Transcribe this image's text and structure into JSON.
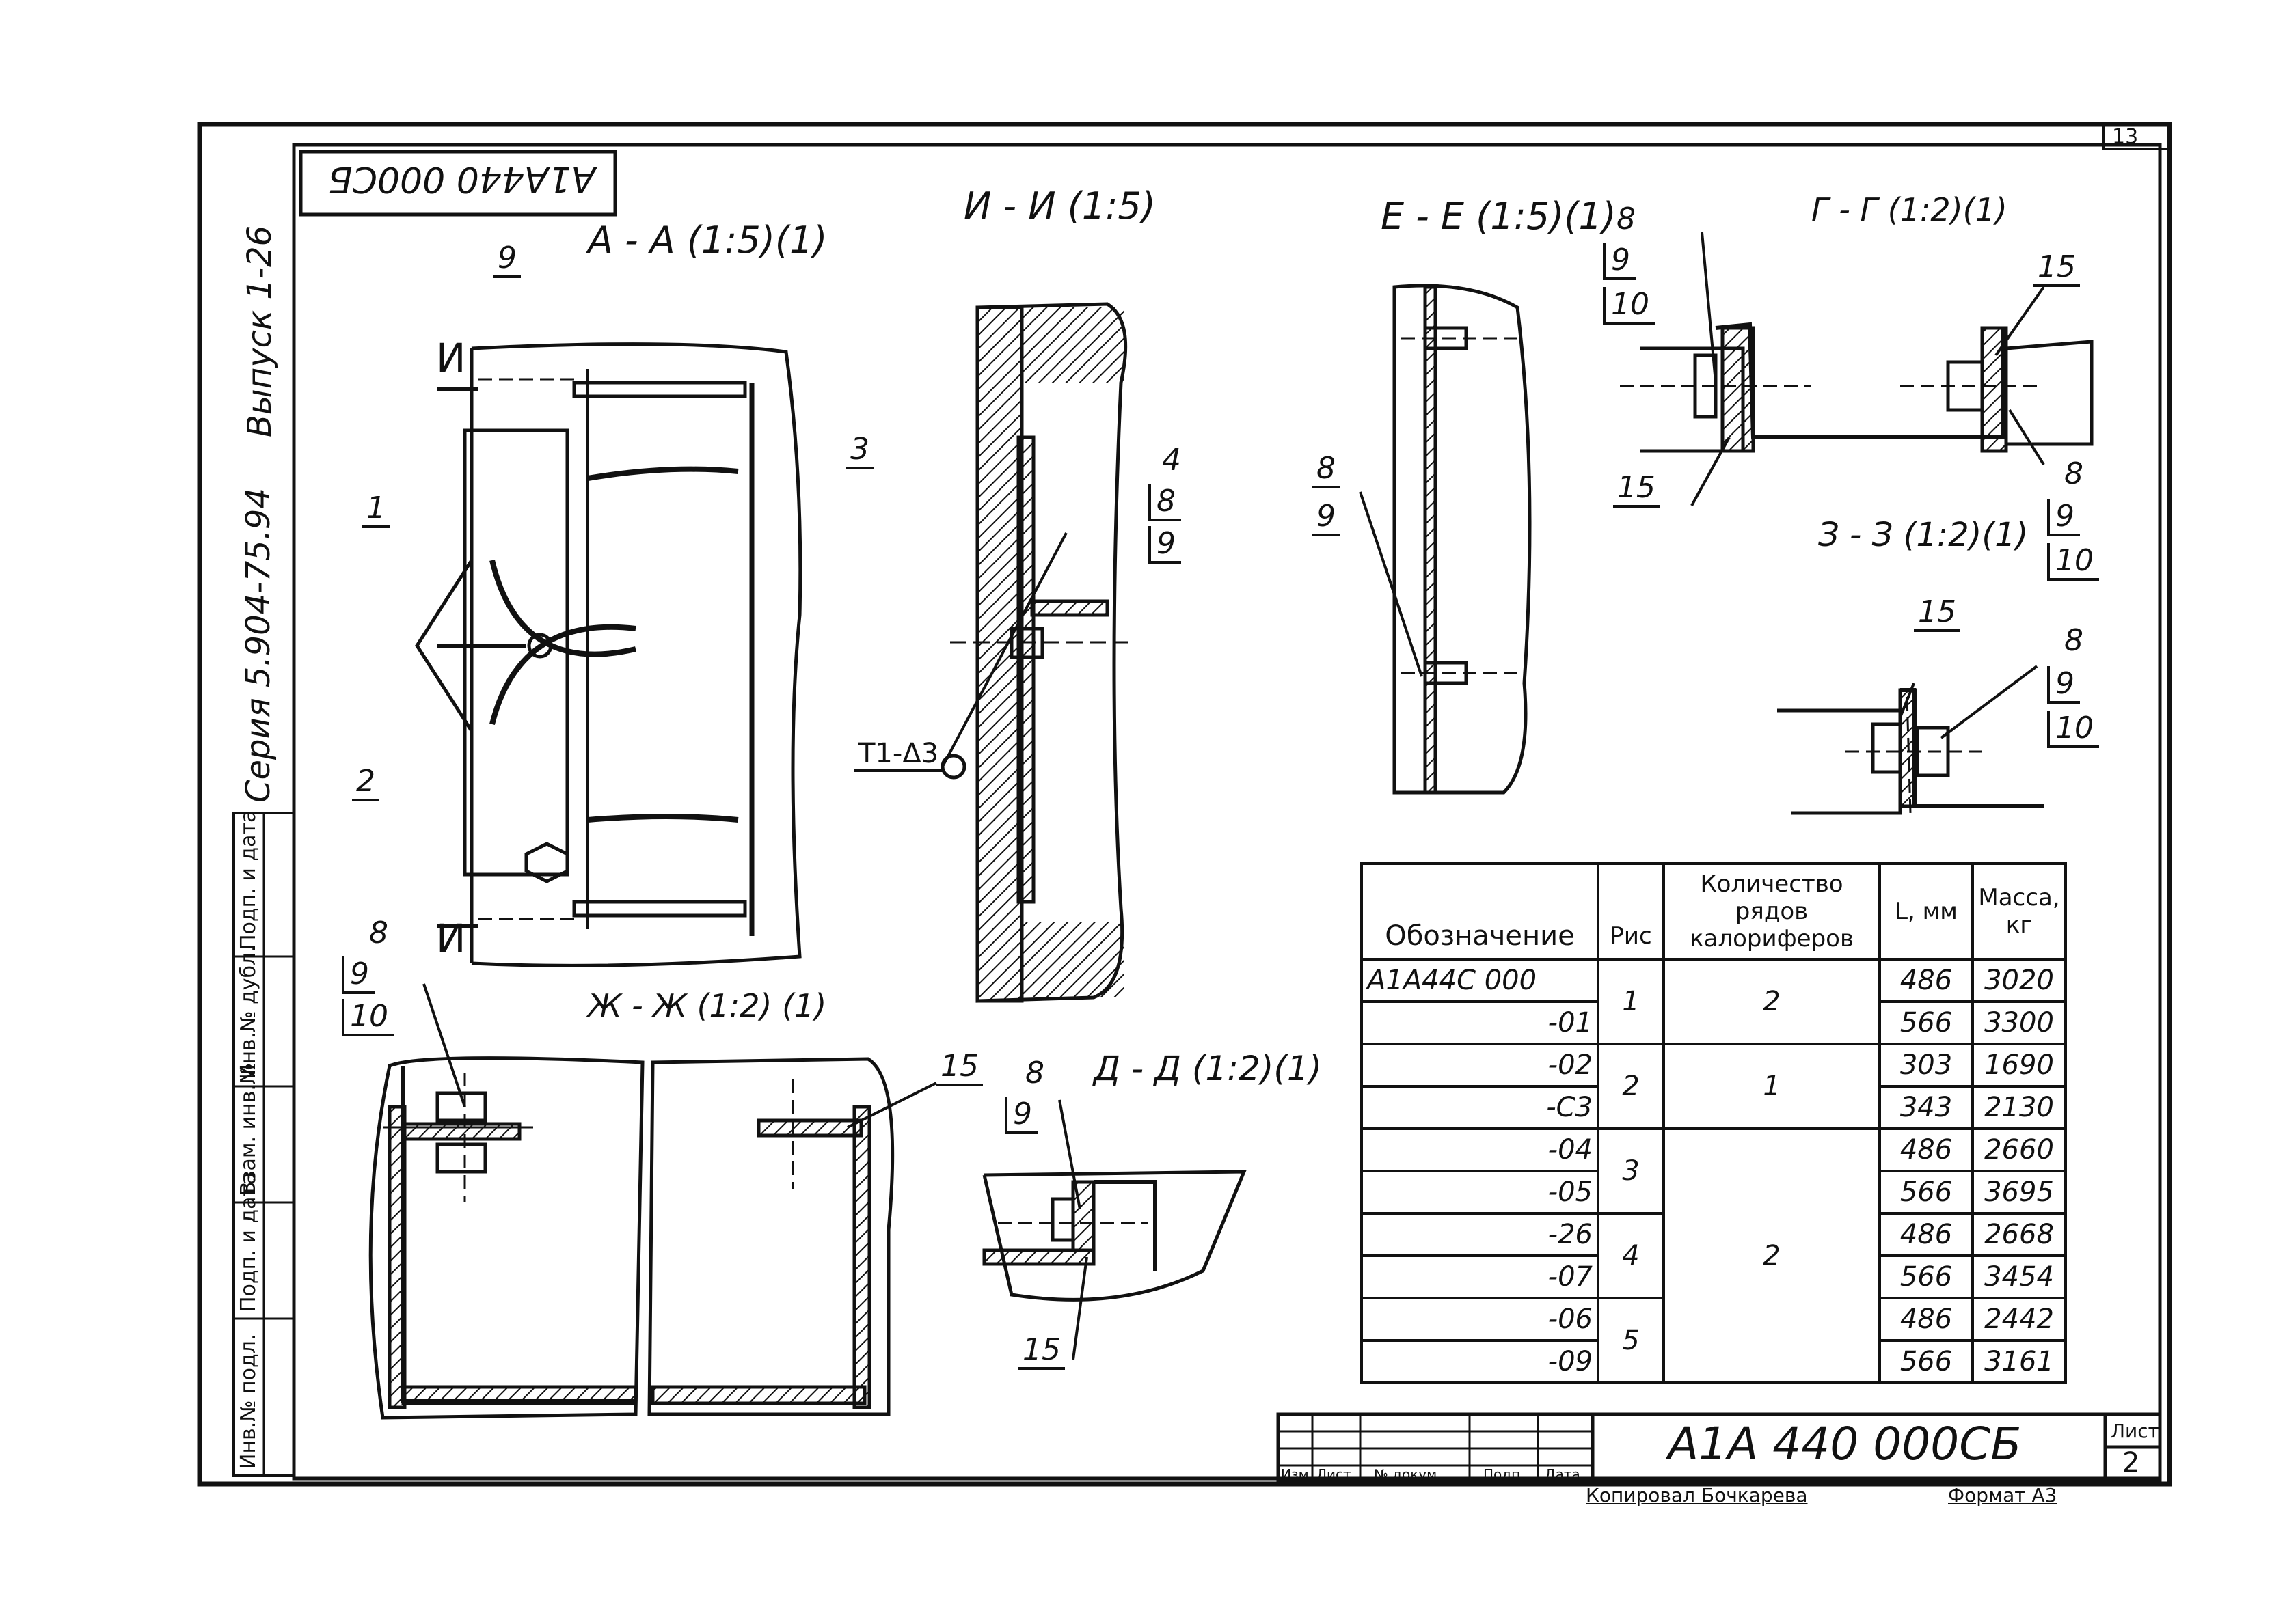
{
  "sheet_number": "13",
  "top_stamp": "A1A440 000CБ",
  "side_series": "Серия 5.904-75.94",
  "side_issue": "Выпуск 1-26",
  "side_boxes": [
    "Инв.№ подл.",
    "Подп. и дата",
    "Взам. инв.№",
    "Инв.№ дубл.",
    "Подп. и дата"
  ],
  "sections": {
    "aa": "А - А (1:5)(1)",
    "ii": "И - И (1:5)",
    "ee": "Е - Е (1:5)(1)",
    "gg": "Г - Г (1:2)(1)",
    "zz": "З - З (1:2)(1)",
    "zhzh": "Ж - Ж (1:2) (1)",
    "dd": "Д - Д (1:2)(1)"
  },
  "cut_marks": {
    "i_top": "И",
    "i_bottom": "И"
  },
  "callouts": {
    "aa_9": "9",
    "aa_3": "3",
    "aa_1": "1",
    "aa_2": "2",
    "ii_4": "4",
    "ii_8": "8",
    "ii_9": "9",
    "ii_weld": "T1-Δ3",
    "ee_8": "8",
    "ee_9": "9",
    "gg_8": "8",
    "gg_9": "9",
    "gg_10": "10",
    "gg_15a": "15",
    "gg_15b": "15",
    "gg_8b": "8",
    "gg_9b": "9",
    "gg_10b": "10",
    "zz_15": "15",
    "zz_8": "8",
    "zz_9": "9",
    "zz_10": "10",
    "zh_8": "8",
    "zh_9": "9",
    "zh_10": "10",
    "zh_15": "15",
    "dd_8": "8",
    "dd_9": "9",
    "dd_15": "15"
  },
  "table": {
    "headers": [
      "Обозначение",
      "Рис",
      "Количество рядов калориферов",
      "L, мм",
      "Масса, кг"
    ],
    "rows": [
      {
        "designation": "А1А44С 000",
        "fig": "1",
        "rows": "2",
        "L": "486",
        "mass": "3020"
      },
      {
        "designation": "-01",
        "fig": "",
        "rows": "",
        "L": "566",
        "mass": "3300"
      },
      {
        "designation": "-02",
        "fig": "2",
        "rows": "1",
        "L": "303",
        "mass": "1690"
      },
      {
        "designation": "-С3",
        "fig": "",
        "rows": "",
        "L": "343",
        "mass": "2130"
      },
      {
        "designation": "-04",
        "fig": "3",
        "rows": "2",
        "L": "486",
        "mass": "2660"
      },
      {
        "designation": "-05",
        "fig": "",
        "rows": "",
        "L": "566",
        "mass": "3695"
      },
      {
        "designation": "-26",
        "fig": "4",
        "rows": "",
        "L": "486",
        "mass": "2668"
      },
      {
        "designation": "-07",
        "fig": "",
        "rows": "",
        "L": "566",
        "mass": "3454"
      },
      {
        "designation": "-06",
        "fig": "5",
        "rows": "",
        "L": "486",
        "mass": "2442"
      },
      {
        "designation": "-09",
        "fig": "",
        "rows": "",
        "L": "566",
        "mass": "3161"
      }
    ]
  },
  "title_block": {
    "code": "А1А 440 000СБ",
    "sheet_label": "Лист",
    "sheet_value": "2",
    "cols": [
      "Изм",
      "Лист",
      "№ докум.",
      "Подп.",
      "Дата"
    ]
  },
  "footer": {
    "copied": "Копировал Бочкарева",
    "format": "Формат А3"
  }
}
